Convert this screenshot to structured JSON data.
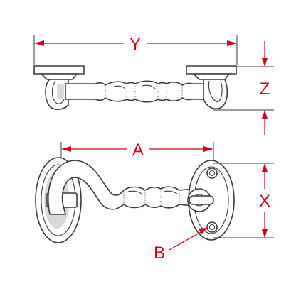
{
  "labels": {
    "y": "Y",
    "z": "Z",
    "a": "A",
    "x": "X",
    "b": "B"
  },
  "colors": {
    "dimension": "#d0021b",
    "outline": "#3a3a3a"
  }
}
